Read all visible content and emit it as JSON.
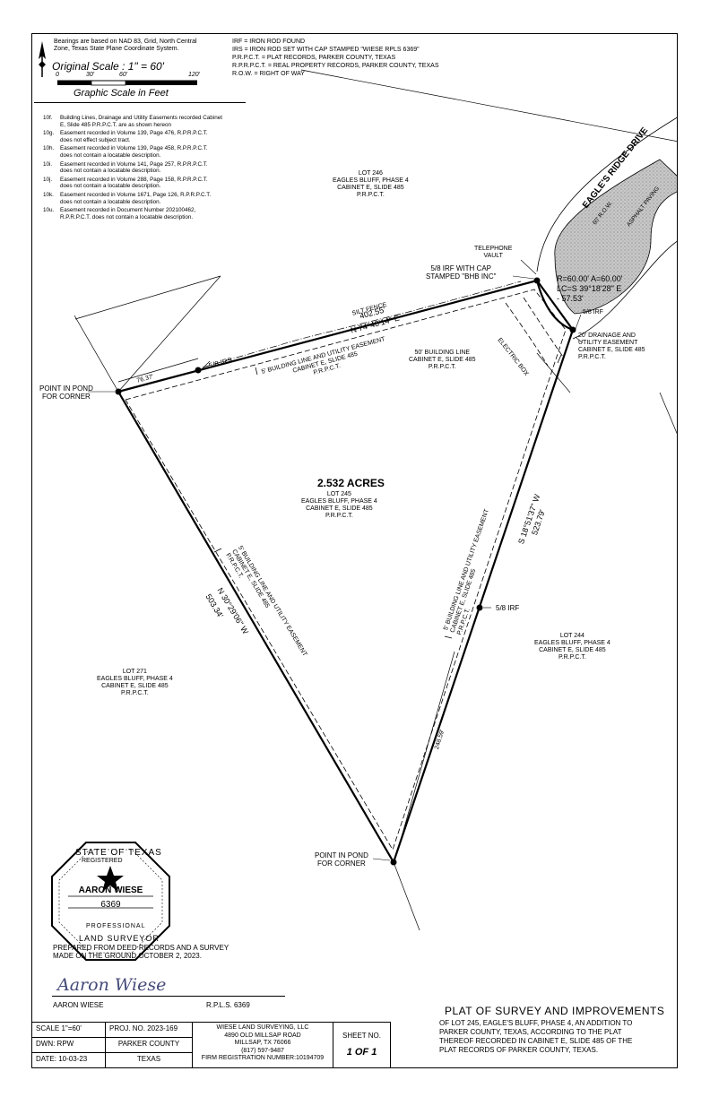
{
  "notes": {
    "basis": [
      "Bearings are based on NAD 83, Grid, North Central",
      "Zone, Texas State Plane Coordinate System."
    ],
    "scale_label": "Original Scale :  1\" = 60'",
    "scale_ticks": [
      "0",
      "30'",
      "60'",
      "120'"
    ],
    "scale_caption": "Graphic Scale in Feet",
    "legend": [
      "IRF = IRON ROD FOUND",
      "IRS = IRON ROD SET WITH CAP STAMPED \"WIESE RPLS 6369\"",
      "P.R.P.C.T. = PLAT RECORDS, PARKER COUNTY, TEXAS",
      "R.P.R.P.C.T. = REAL PROPERTY RECORDS, PARKER COUNTY, TEXAS",
      "R.O.W. = RIGHT OF WAY"
    ],
    "easements": [
      {
        "code": "10f.",
        "lines": [
          "Building Lines, Drainage and Utility Easements recorded Cabinet",
          "E, Slide 485 P.R.P.C.T. are as shown hereon"
        ]
      },
      {
        "code": "10g.",
        "lines": [
          "Easement recorded in Volume 139, Page 476, R.P.R.P.C.T.",
          "does not effect subject tract."
        ]
      },
      {
        "code": "10h.",
        "lines": [
          "Easement recorded in Volume 139, Page 458, R.P.R.P.C.T.",
          "does not contain a locatable description."
        ]
      },
      {
        "code": "10i.",
        "lines": [
          "Easement recorded in Volume 141, Page 257, R.P.R.P.C.T.",
          "does not contain a locatable description."
        ]
      },
      {
        "code": "10j.",
        "lines": [
          "Easement recorded in Volume 288, Page 158, R.P.R.P.C.T.",
          "does not contain a locatable description."
        ]
      },
      {
        "code": "10k.",
        "lines": [
          "Easement recorded in Volume 1671, Page 126, R.P.R.P.C.T.",
          "does not contain a locatable description."
        ]
      },
      {
        "code": "10u.",
        "lines": [
          "Easement recorded in Document Number 202100462,",
          "R.P.R.P.C.T. does not contain a locatable description."
        ]
      }
    ]
  },
  "plat": {
    "lot246": [
      "LOT 246",
      "EAGLES BLUFF, PHASE 4",
      "CABINET E, SLIDE 485",
      "P.R.P.C.T."
    ],
    "lot245": [
      "LOT 245",
      "EAGLES BLUFF, PHASE 4",
      "CABINET E, SLIDE 485",
      "P.R.P.C.T."
    ],
    "lot244": [
      "LOT 244",
      "EAGLES BLUFF, PHASE 4",
      "CABINET E, SLIDE 485",
      "P.R.P.C.T."
    ],
    "lot271": [
      "LOT 271",
      "EAGLES BLUFF, PHASE 4",
      "CABINET E, SLIDE 485",
      "P.R.P.C.T."
    ],
    "acres": "2.532 ACRES",
    "road_name": "EAGLE'S RIDGE DRIVE",
    "road_row": "60' R.O.W.",
    "road_paving": "ASPHALT PAVING",
    "curve": [
      "R=60.00'  A=60.00'",
      "LC=S  39°18'28\"  E",
      "- 57.53'"
    ],
    "tel_vault": [
      "TELEPHONE",
      "VAULT"
    ],
    "irf_cap": [
      "5/8 IRF WITH CAP",
      "STAMPED \"BHB INC\""
    ],
    "irf_east": "5/8 IRF",
    "irf_south": "5/8 IRF",
    "irs": "5/8 IRS",
    "silt_fence": "SILT FENCE",
    "electric_box": "ELECTRIC BOX",
    "north_dist": "402.55'",
    "north_bearing": "N  74°40'14\"  E",
    "west_bearing": "N  30°29'06\"  W",
    "west_dist": "503.34'",
    "east_bearing": "S  18°51'37\"  W",
    "east_dist": "523.79'",
    "dim_7637": "76.37'",
    "dim_24859": "248.59'",
    "bldg_north": [
      "5' BUILDING LINE AND UTILITY EASEMENT",
      "CABINET E, SLIDE 485",
      "P.R.P.C.T."
    ],
    "bldg_west": [
      "5' BUILDING LINE AND UTILITY EASEMENT",
      "CABINET E, SLIDE 485",
      "P.R.P.C.T."
    ],
    "bldg_east": [
      "5' BUILDING LINE AND UTILITY EASEMENT",
      "CABINET E, SLIDE 485",
      "P.R.P.C.T."
    ],
    "bldg_50": [
      "50' BUILDING LINE",
      "CABINET E, SLIDE 485",
      "P.R.P.C.T."
    ],
    "drainage": [
      "20' DRAINAGE AND",
      "UTILITY EASEMENT",
      "CABINET E, SLIDE 485",
      "P.R.P.C.T."
    ],
    "pond_west": [
      "POINT IN POND",
      "FOR CORNER"
    ],
    "pond_south": [
      "POINT IN POND",
      "FOR CORNER"
    ]
  },
  "seal": {
    "top": "STATE OF TEXAS",
    "registered": "REGISTERED",
    "name": "AARON  WIESE",
    "number": "6369",
    "professional": "PROFESSIONAL",
    "land_surveyor": "LAND SURVEYOR"
  },
  "prepared": [
    "PREPARED FROM DEED RECORDS AND A SURVEY",
    "MADE ON THE GROUND OCTOBER 2, 2023."
  ],
  "signature": "Aaron Wiese",
  "surveyor_name": "AARON  WIESE",
  "rpls": "R.P.L.S.  6369",
  "title": {
    "heading": "PLAT OF SURVEY AND IMPROVEMENTS",
    "lines": [
      "OF LOT 245, EAGLE'S BLUFF, PHASE 4, AN ADDITION TO",
      "PARKER COUNTY, TEXAS, ACCORDING TO THE PLAT",
      "THEREOF RECORDED IN CABINET E, SLIDE 485 OF THE",
      "PLAT RECORDS OF PARKER COUNTY, TEXAS."
    ]
  },
  "title_block": {
    "scale": "SCALE  1\"=60'",
    "proj": "PROJ.  NO.  2023-169",
    "dwn": "DWN: RPW",
    "county": "PARKER COUNTY",
    "date": "DATE: 10-03-23",
    "state": "TEXAS",
    "firm": [
      "WIESE LAND SURVEYING, LLC",
      "4890 OLD MILLSAP ROAD",
      "MILLSAP, TX  76066",
      "(817)  597-9487",
      "FIRM REGISTRATION NUMBER:10194709"
    ],
    "sheet_label": "SHEET NO.",
    "sheet_value": "1 OF 1"
  }
}
